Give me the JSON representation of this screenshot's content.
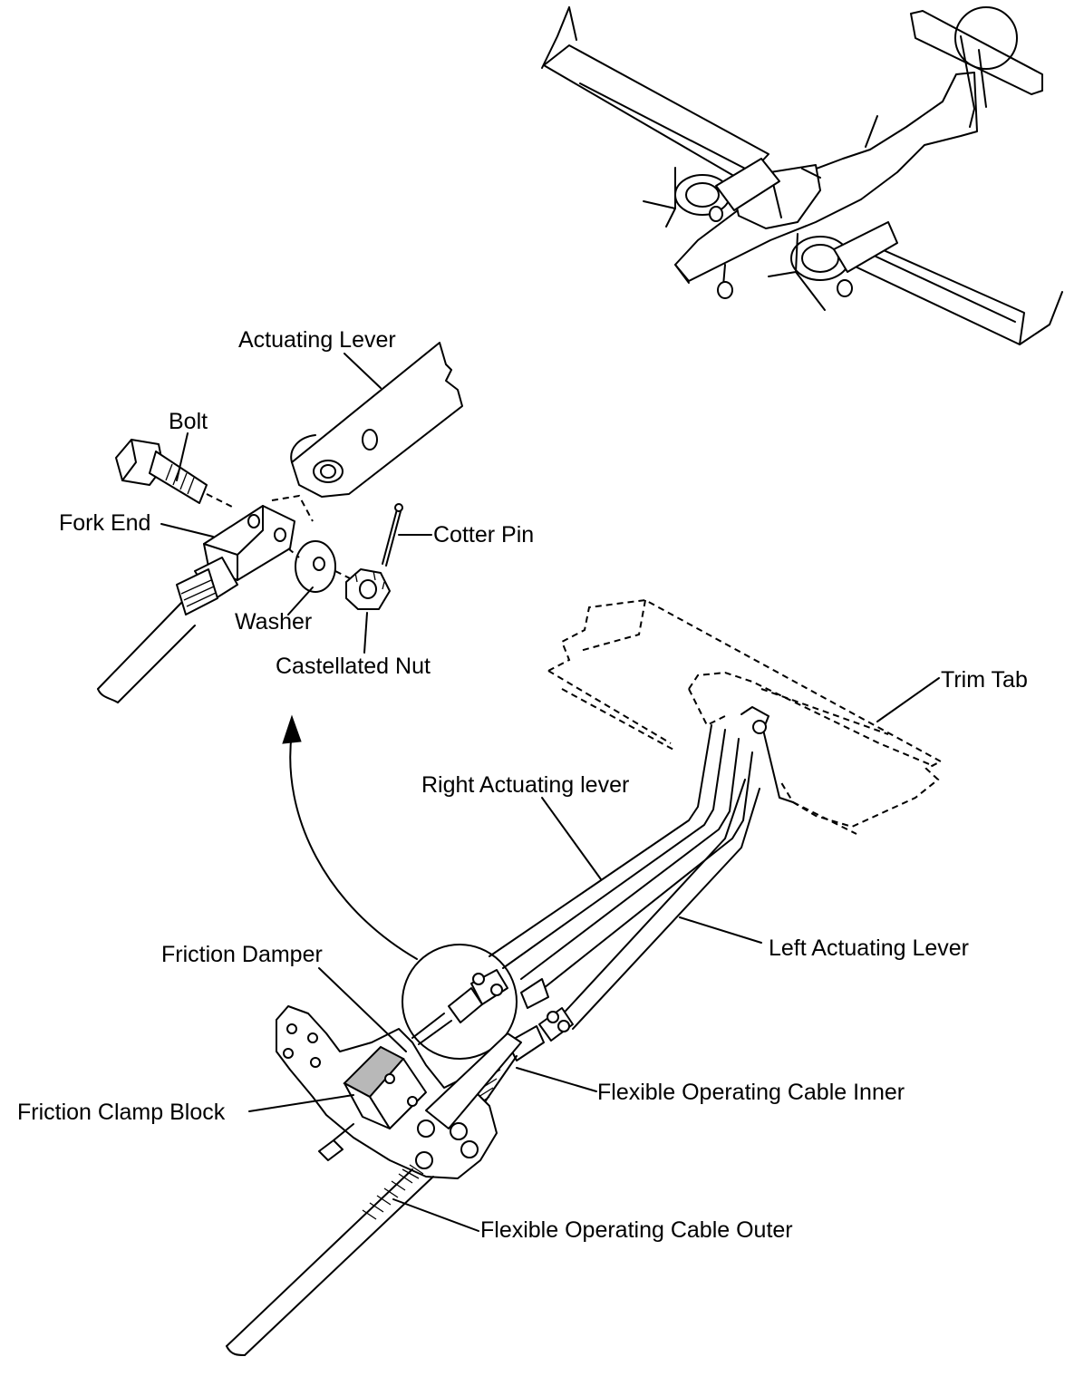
{
  "labels": {
    "actuating_lever": "Actuating Lever",
    "bolt": "Bolt",
    "fork_end": "Fork End",
    "cotter_pin": "Cotter Pin",
    "washer": "Washer",
    "castellated_nut": "Castellated Nut",
    "trim_tab": "Trim Tab",
    "right_actuating_lever": "Right Actuating lever",
    "left_actuating_lever": "Left Actuating Lever",
    "friction_damper": "Friction Damper",
    "flexible_operating_cable_inner": "Flexible Operating Cable Inner",
    "friction_clamp_block": "Friction Clamp Block",
    "flexible_operating_cable_outer": "Flexible Operating Cable Outer"
  },
  "colors": {
    "line": "#000000",
    "background": "#ffffff",
    "clamp_fill": "#b8b8b8"
  }
}
